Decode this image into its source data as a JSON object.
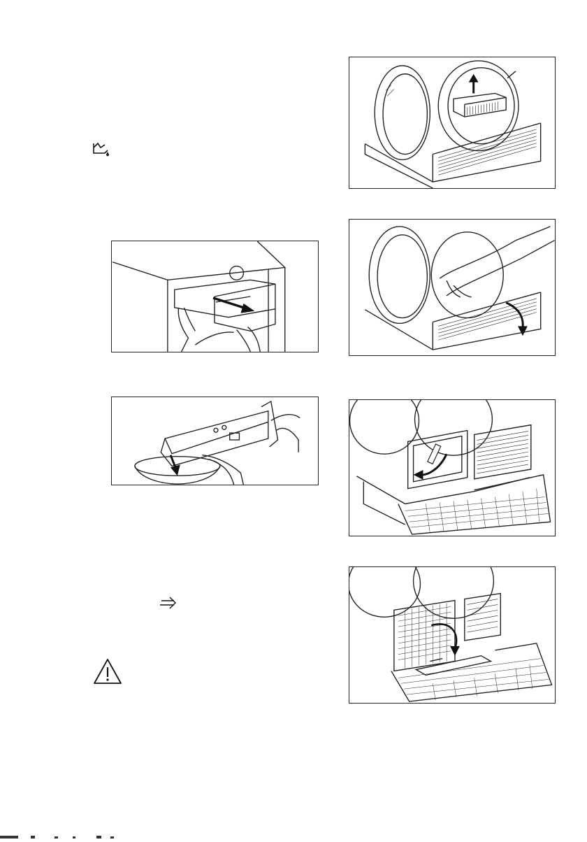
{
  "page": {
    "figures": [
      {
        "id": "fig-r1",
        "illustration": "dryer-door-open-remove-filter"
      },
      {
        "id": "fig-r2",
        "illustration": "dryer-clean-door-seal"
      },
      {
        "id": "fig-r3",
        "illustration": "dryer-unlock-heat-exchanger-cover"
      },
      {
        "id": "fig-r4",
        "illustration": "dryer-close-heat-exchanger-cover"
      },
      {
        "id": "fig-l1",
        "illustration": "pull-out-water-container"
      },
      {
        "id": "fig-l2",
        "illustration": "empty-water-container"
      }
    ],
    "icons": [
      {
        "name": "container-drain-icon"
      },
      {
        "name": "double-arrow-icon"
      },
      {
        "name": "warning-triangle-icon"
      }
    ]
  }
}
